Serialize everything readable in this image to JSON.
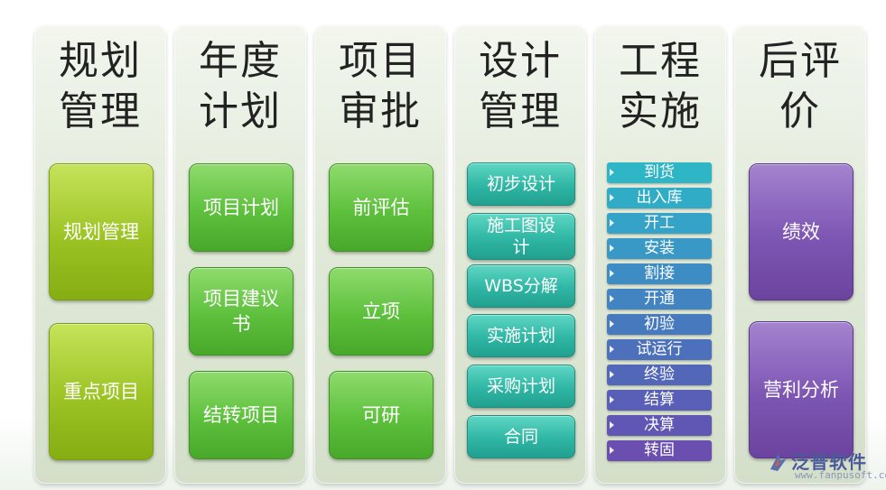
{
  "columns": [
    {
      "title": "规划\n管理",
      "boxes": [
        "规划管理",
        "重点项目"
      ]
    },
    {
      "title": "年度\n计划",
      "boxes": [
        "项目计划",
        "项目建议\n书",
        "结转项目"
      ]
    },
    {
      "title": "项目\n审批",
      "boxes": [
        "前评估",
        "立项",
        "可研"
      ]
    },
    {
      "title": "设计\n管理",
      "boxes": [
        "初步设计",
        "施工图设\n计",
        "WBS分解",
        "实施计划",
        "采购计划",
        "合同"
      ]
    },
    {
      "title": "工程\n实施",
      "steps": [
        "到货",
        "出入库",
        "开工",
        "安装",
        "割接",
        "开通",
        "初验",
        "试运行",
        "终验",
        "结算",
        "决算",
        "转固"
      ]
    },
    {
      "title": "后评\n价",
      "boxes": [
        "绩效",
        "营利分析"
      ]
    }
  ],
  "logo": {
    "name": "泛普软件",
    "url": "www.fanpusoft.com"
  },
  "colors": {
    "lime": "#9cc324",
    "green": "#5dc03c",
    "teal": "#2fb6a4",
    "step_gradient": [
      "#31b6c8",
      "#6b4fb0"
    ],
    "purple": "#7d55b3",
    "column_bg": "#e1ead9"
  }
}
